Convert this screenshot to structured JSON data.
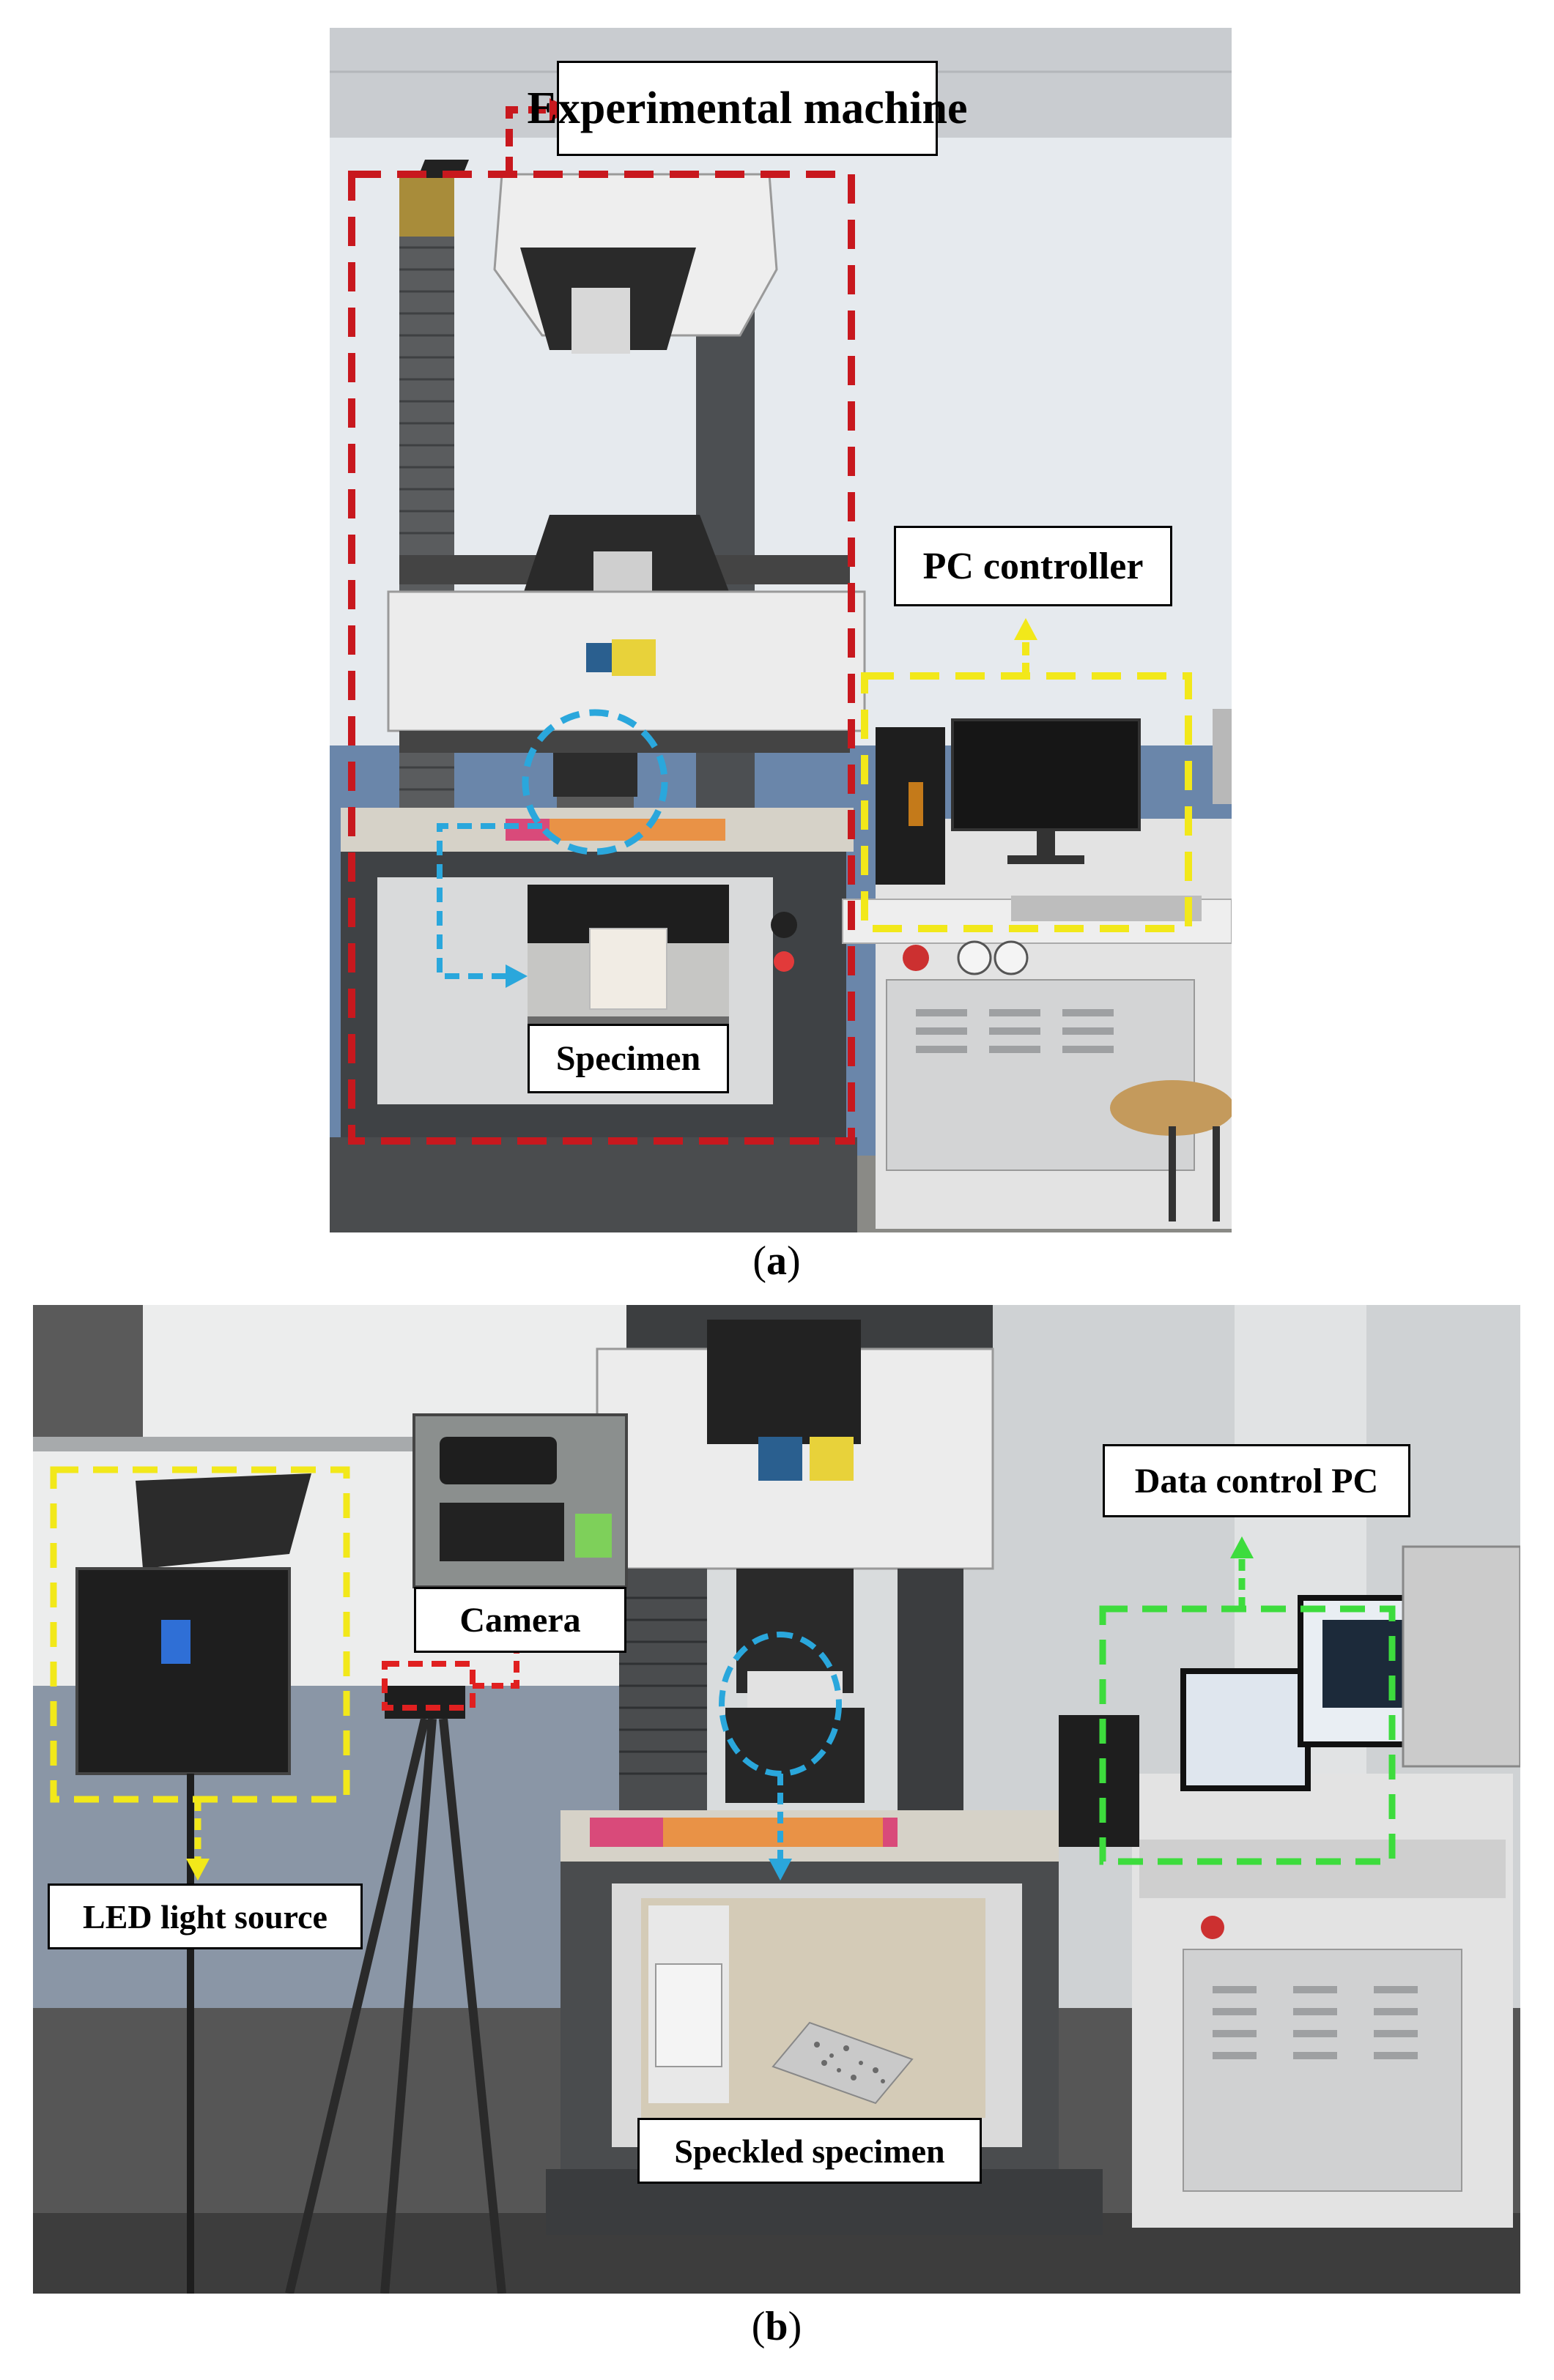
{
  "figure": {
    "panel_a": {
      "caption_open": "(",
      "caption_letter": "a",
      "caption_close": ")",
      "labels": {
        "experimental_machine": "Experimental machine",
        "pc_controller": "PC controller",
        "specimen": "Specimen"
      },
      "callout_colors": {
        "experimental_machine": "#c8181e",
        "pc_controller": "#f2e81a",
        "specimen": "#2aa7dc"
      }
    },
    "panel_b": {
      "caption_open": "(",
      "caption_letter": "b",
      "caption_close": ")",
      "labels": {
        "camera": "Camera",
        "data_control_pc": "Data control PC",
        "led_light_source": "LED light source",
        "speckled_specimen": "Speckled specimen"
      },
      "callout_colors": {
        "led_light_source": "#f2e81a",
        "camera": "#e02020",
        "specimen": "#2aa7dc",
        "data_control_pc": "#3ddc3d"
      }
    }
  }
}
